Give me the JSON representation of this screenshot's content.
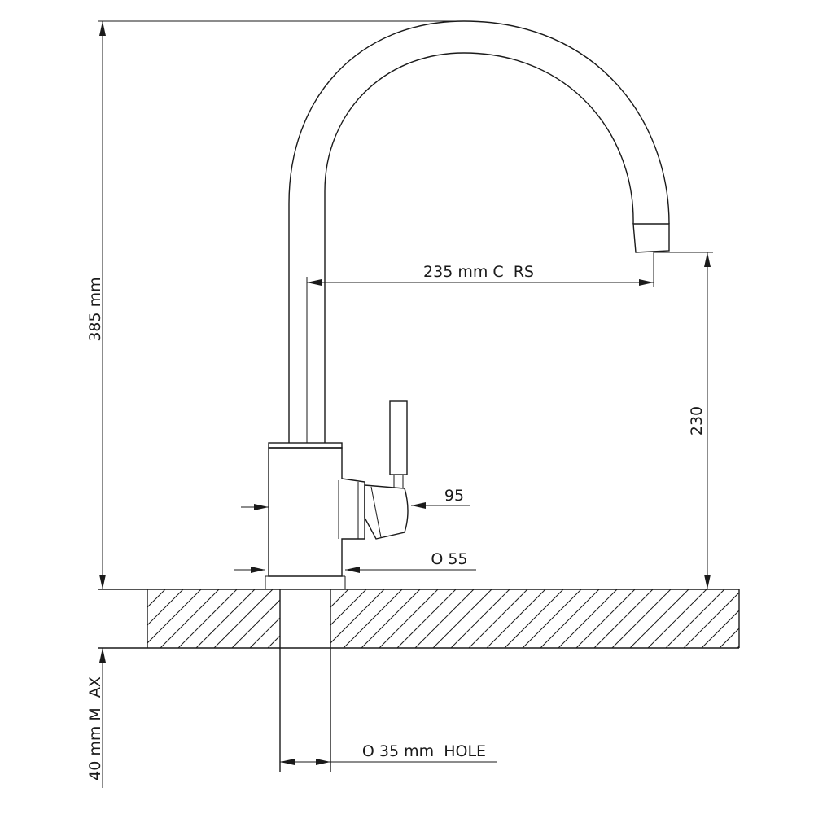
{
  "labels": {
    "total_height": "385 mm",
    "reach": "235 mm C  RS",
    "spout_height": "230",
    "handle_dim": "95",
    "base_diameter": "O 55",
    "max_thickness": "40 mm M  AX",
    "hole": "O 35 mm  HOLE"
  },
  "colors": {
    "line": "#1a1a1a",
    "background": "#ffffff"
  }
}
